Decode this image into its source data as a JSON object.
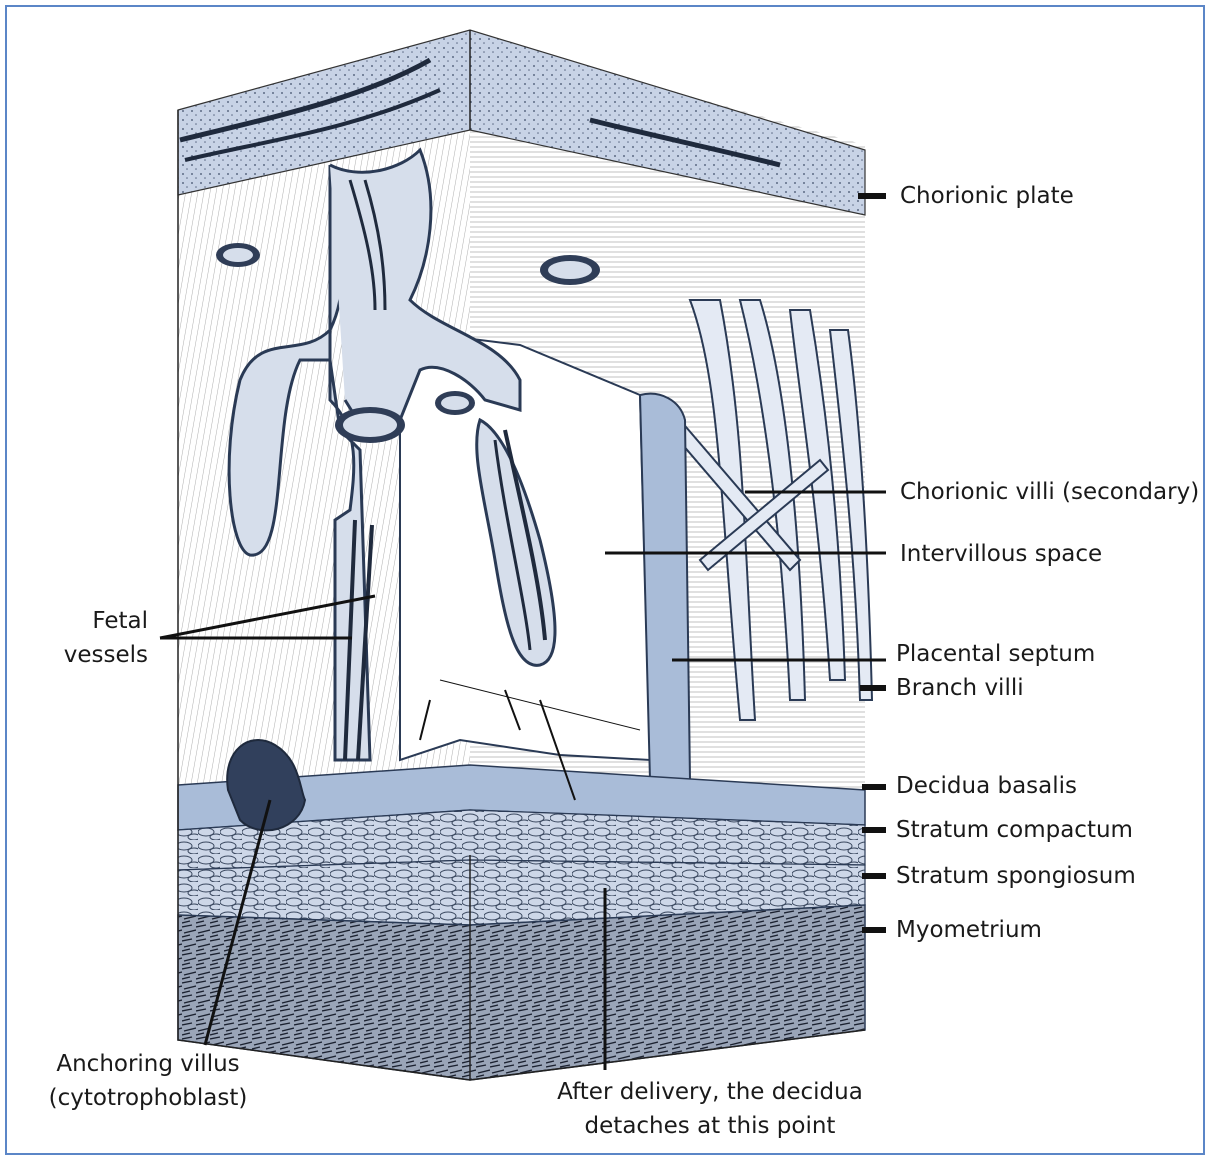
{
  "labels": {
    "chorionic_plate": "Chorionic plate",
    "chorionic_villi": "Chorionic villi (secondary)",
    "intervillous_space": "Intervillous space",
    "placental_septum": "Placental septum",
    "branch_villi": "Branch villi",
    "decidua_basalis": "Decidua basalis",
    "stratum_compactum": "Stratum compactum",
    "stratum_spongiosum": "Stratum spongiosum",
    "myometrium": "Myometrium",
    "fetal_vessels_line1": "Fetal",
    "fetal_vessels_line2": "vessels",
    "anchoring_villus_line1": "Anchoring villus",
    "anchoring_villus_line2": "(cytotrophoblast)",
    "after_delivery_line1": "After delivery, the decidua",
    "after_delivery_line2": "detaches at this point"
  },
  "colors": {
    "frame": "#5b86c7",
    "tissue_light": "#d6deeb",
    "tissue_blue": "#a9bcd8",
    "vessel_dark": "#1f2a3d",
    "leader": "#111111"
  }
}
